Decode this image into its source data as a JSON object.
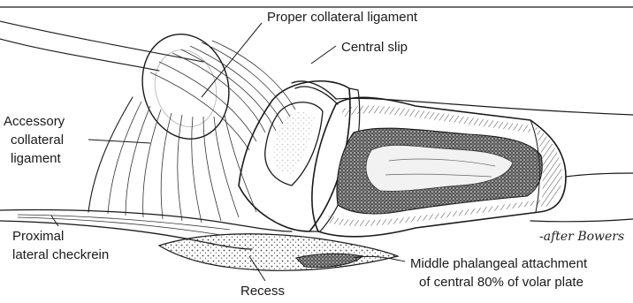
{
  "labels": {
    "proper_collateral": "Proper collateral ligament",
    "central_slip": "Central slip",
    "accessory_collateral": [
      "Accessory",
      "collateral",
      "ligament"
    ],
    "proximal_checkrein": [
      "Proximal",
      "lateral checkrein"
    ],
    "recess": "Recess",
    "middle_phalangeal": [
      "Middle phalangeal attachment",
      "of central 80% of volar plate"
    ],
    "signature": "-after Bowers"
  },
  "colors": {
    "ink": "#1a1a1a",
    "background": "#ffffff"
  }
}
